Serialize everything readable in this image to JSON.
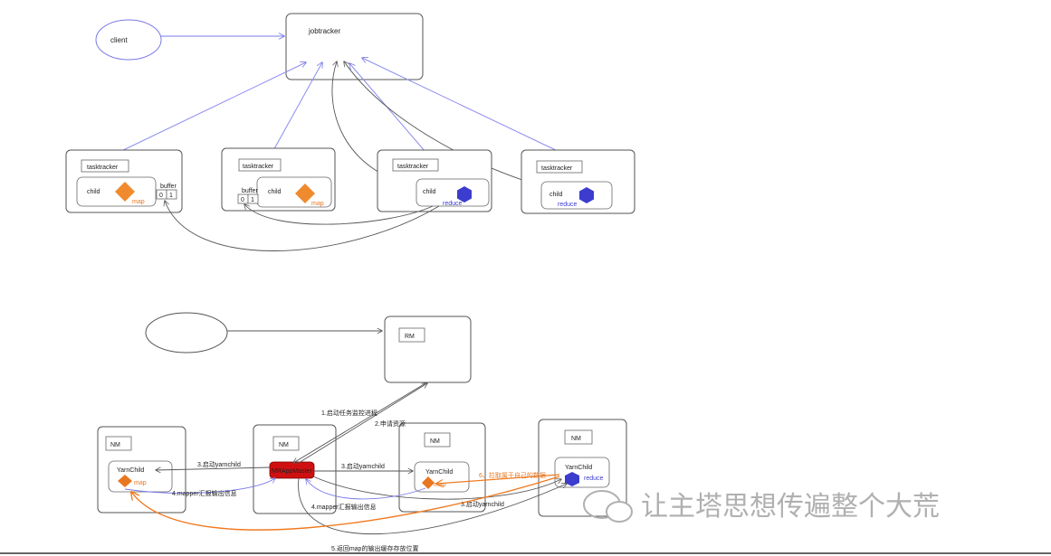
{
  "top": {
    "client": "client",
    "jobtracker": "jobtracker",
    "trackers": [
      {
        "label": "tasktracker",
        "child": "child",
        "task": "map",
        "buffer": "buffer",
        "cells": [
          "0",
          "1"
        ]
      },
      {
        "label": "tasktracker",
        "child": "child",
        "task": "map",
        "buffer": "buffer",
        "cells": [
          "0",
          "1"
        ]
      },
      {
        "label": "tasktracker",
        "child": "child",
        "task": "reduce"
      },
      {
        "label": "tasktracker",
        "child": "child",
        "task": "reduce"
      }
    ]
  },
  "bottom": {
    "rm": "RM",
    "nm_labels": [
      "NM",
      "NM",
      "NM",
      "NM"
    ],
    "yarnchild": "YarnChild",
    "map": "map",
    "reduce": "reduce",
    "mrappmaster": "MRAppMaster",
    "edges": {
      "step1": "1.启动任务监控进程",
      "step2": "2.申请资源",
      "step3_left": "3.启动yarnchild",
      "step3_right": "3.启动yarnchild",
      "step3_bottom": "3.启动yarnchild",
      "step4_left": "4.mapper汇报输出信息",
      "step4_right": "4.mapper汇报输出信息",
      "step5": "5.返回map的输出缓存存放位置",
      "step6": "6、拉取属于自己的数据"
    }
  },
  "watermark": "让主塔思想传遍整个大荒",
  "colors": {
    "map": "#f08a2e",
    "reduce": "#3c3ccf",
    "arrow": "#8c8cf0",
    "mrapp": "#d01010",
    "orange_line": "#f07a20"
  }
}
